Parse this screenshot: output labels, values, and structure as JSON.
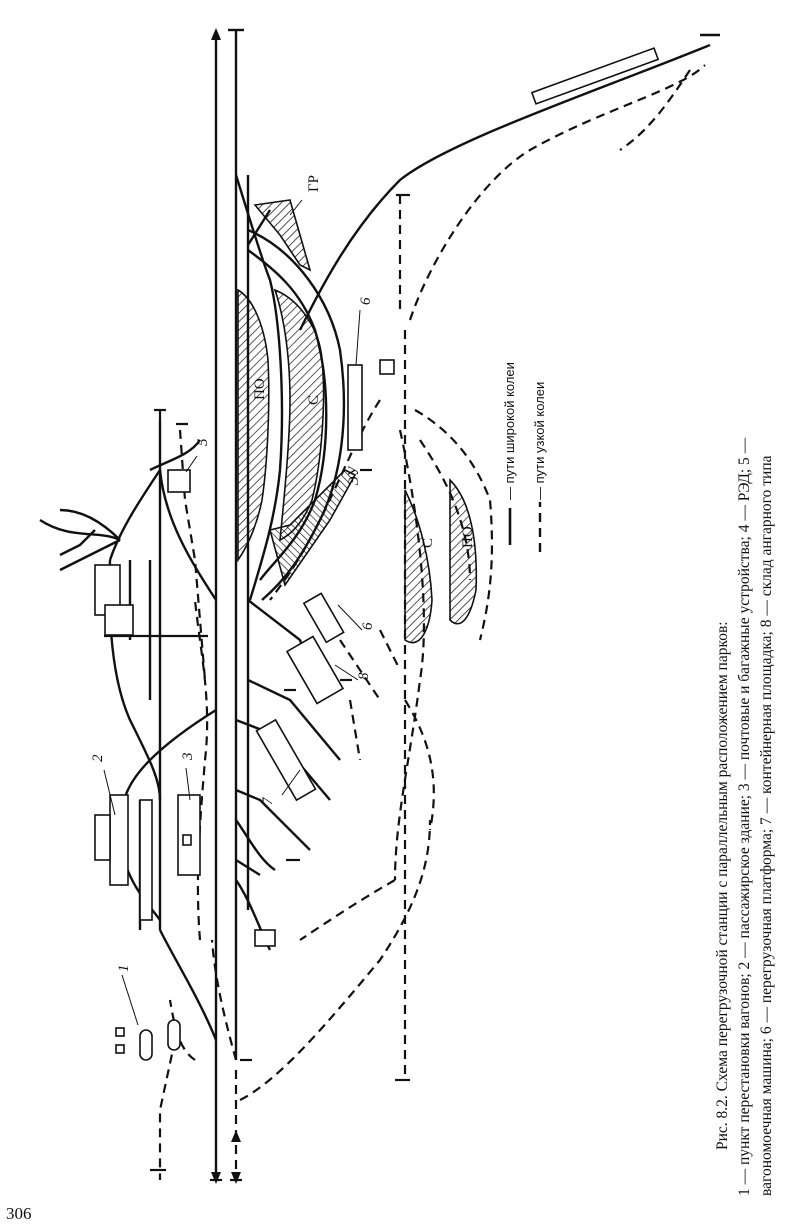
{
  "page_number": "306",
  "caption": {
    "line1": "Рис. 8.2. Схема перегрузочной станции с параллельным расположением парков:",
    "line2": "1 — пункт перестановки вагонов; 2 — пассажирское здание; 3 — почтовые и багажные устройства; 4 — РЭД; 5 —",
    "line3": "вагономоечная машина; 6 — перегрузочная платформа; 7 — контейнерная площадка; 8 — склад ангарного типа"
  },
  "legend": {
    "broad_gauge": "— пути широкой колеи",
    "narrow_gauge": "— пути узкой колеи"
  },
  "labels": {
    "gr": "ГР",
    "po_top": "ПО",
    "s_top": "С",
    "eu": "ЭУ",
    "s_bottom": "С",
    "po_bottom": "ПО",
    "n1": "1",
    "n2": "2",
    "n3": "3",
    "n5": "5",
    "n6a": "6",
    "n6b": "6",
    "n7": "7",
    "n8": "8"
  },
  "colors": {
    "line": "#111111",
    "paper": "#ffffff"
  }
}
